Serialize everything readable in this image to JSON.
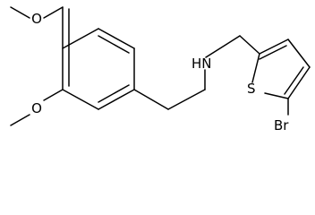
{
  "structure": {
    "atom_labels": {
      "methoxy_top_o": "O",
      "methoxy_bottom_o": "O",
      "amine_nh": "HN",
      "thiophene_s": "S",
      "bromo": "Br"
    }
  }
}
